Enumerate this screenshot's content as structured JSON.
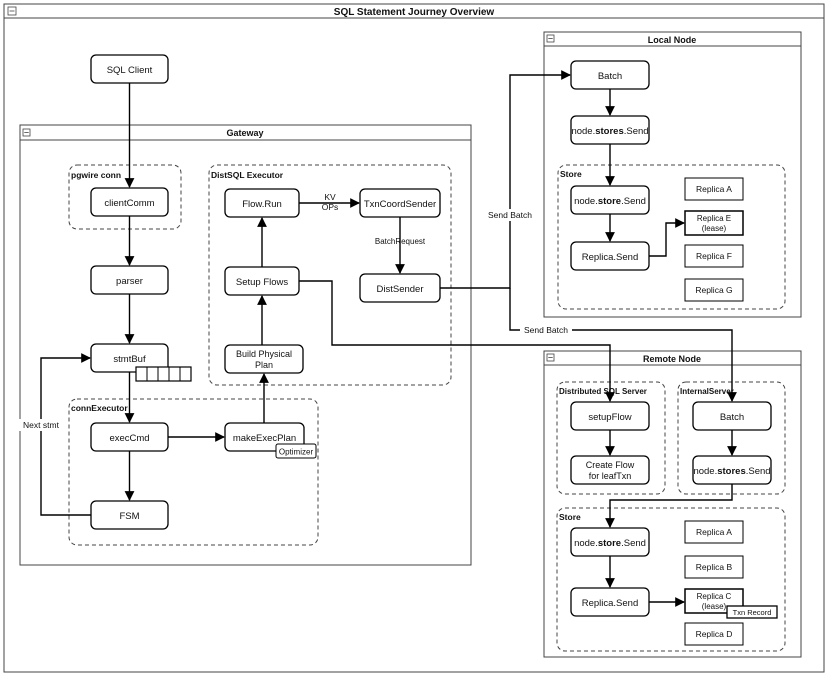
{
  "title": "SQL Statement Journey Overview",
  "sql_client": "SQL Client",
  "gateway": {
    "title": "Gateway",
    "pgwire_conn": {
      "label": "pgwire conn",
      "client_comm": "clientComm"
    },
    "parser": "parser",
    "stmt_buf": "stmtBuf",
    "next_stmt": "Next stmt",
    "conn_executor": {
      "label": "connExecutor",
      "exec_cmd": "execCmd",
      "make_exec_plan": "makeExecPlan",
      "optimizer": "Optimizer",
      "fsm": "FSM"
    },
    "distsql_executor": {
      "label": "DistSQL Executor",
      "flow_run": "Flow.Run",
      "kv_ops_line1": "KV",
      "kv_ops_line2": "OPs",
      "txn_coord_sender": "TxnCoordSender",
      "batch_request": "BatchRequest",
      "setup_flows": "Setup Flows",
      "dist_sender": "DistSender",
      "build_physical_plan_line1": "Build Physical",
      "build_physical_plan_line2": "Plan"
    }
  },
  "send_batch_1": "Send Batch",
  "send_batch_2": "Send Batch",
  "local_node": {
    "title": "Local Node",
    "batch": "Batch",
    "node_stores_send": {
      "pre": "node.",
      "bold": "stores",
      "post": ".Send"
    },
    "store": {
      "label": "Store",
      "node_store_send": {
        "pre": "node.",
        "bold": "store",
        "post": ".Send"
      },
      "replica_send": "Replica.Send",
      "replica_a": "Replica A",
      "replica_e_line1": "Replica E",
      "replica_e_line2": "(lease)",
      "replica_f": "Replica F",
      "replica_g": "Replica G"
    }
  },
  "remote_node": {
    "title": "Remote Node",
    "distributed_sql_server": {
      "label": "Distributed SQL Server",
      "setup_flow": "setupFlow",
      "create_flow_line1": "Create Flow",
      "create_flow_line2": "for leafTxn"
    },
    "internal_server": {
      "label": "InternalServer",
      "batch": "Batch",
      "node_stores_send": {
        "pre": "node.",
        "bold": "stores",
        "post": ".Send"
      }
    },
    "store": {
      "label": "Store",
      "node_store_send": {
        "pre": "node.",
        "bold": "store",
        "post": ".Send"
      },
      "replica_send": "Replica.Send",
      "replica_a": "Replica A",
      "replica_b": "Replica B",
      "replica_c_line1": "Replica C",
      "replica_c_line2": "(lease)",
      "txn_record": "Txn Record",
      "replica_d": "Replica D"
    }
  }
}
